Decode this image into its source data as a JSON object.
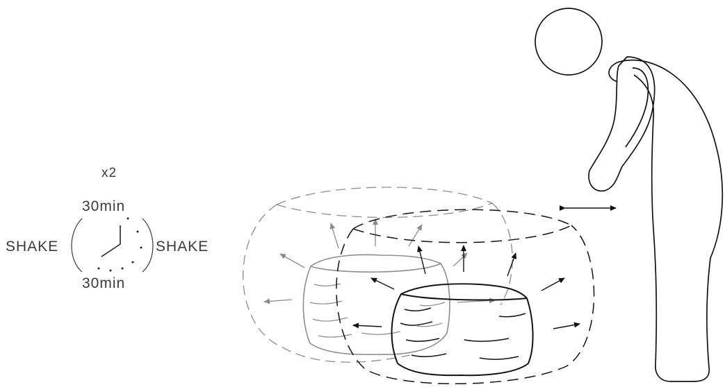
{
  "instructions": {
    "repeat": "x2",
    "time_top": "30min",
    "time_bottom": "30min",
    "shake_left": "SHAKE",
    "shake_right": "SHAKE"
  },
  "colors": {
    "line": "#111111",
    "faded": "#8c8c8c",
    "text": "#3a3a3a"
  },
  "icons": [
    "clock-icon",
    "person-icon",
    "beanbag-icon",
    "double-arrow-icon"
  ]
}
